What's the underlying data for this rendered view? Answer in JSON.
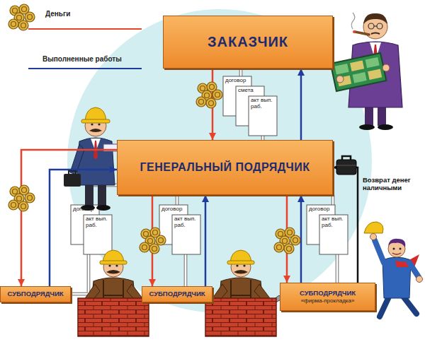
{
  "diagram": {
    "nodes": [
      {
        "text": [
          "ЗАКАЗЧИК"
        ]
      },
      {
        "text": [
          "ГЕНЕРАЛЬНЫЙ ПОДРЯДЧИК"
        ]
      },
      {
        "text": [
          "СУБПОДРЯДЧИК"
        ]
      },
      {
        "text": [
          "СУБПОДРЯДЧИК"
        ]
      },
      {
        "text": [
          "СУБПОДРЯДЧИК",
          "«фирма-прокладка»"
        ]
      }
    ],
    "edges": [
      {
        "from": 0,
        "to": 1,
        "arrow": "to"
      },
      {
        "from": 1,
        "to": 0,
        "arrow": "to"
      },
      {
        "from": 1,
        "to": 2,
        "arrow": "to"
      },
      {
        "from": 2,
        "to": 1,
        "arrow": "to"
      },
      {
        "from": 1,
        "to": 3,
        "arrow": "to"
      },
      {
        "from": 3,
        "to": 1,
        "arrow": "to"
      },
      {
        "from": 1,
        "to": 4,
        "arrow": "to"
      },
      {
        "from": 4,
        "to": 1,
        "arrow": "to"
      },
      {
        "from": 4,
        "to": 1,
        "label": "Возврат денег наличными",
        "arrow": "to"
      }
    ],
    "labels": [
      "договор",
      "смета",
      "акт вып. раб.",
      "договор",
      "акт вып. раб.",
      "договор",
      "акт вып. раб.",
      "договор",
      "акт вып. раб."
    ],
    "legend": [
      {
        "text": "Деньги",
        "color": "#e8432a"
      },
      {
        "text": "Выполненные работы",
        "color": "#1f3c9c"
      }
    ]
  }
}
